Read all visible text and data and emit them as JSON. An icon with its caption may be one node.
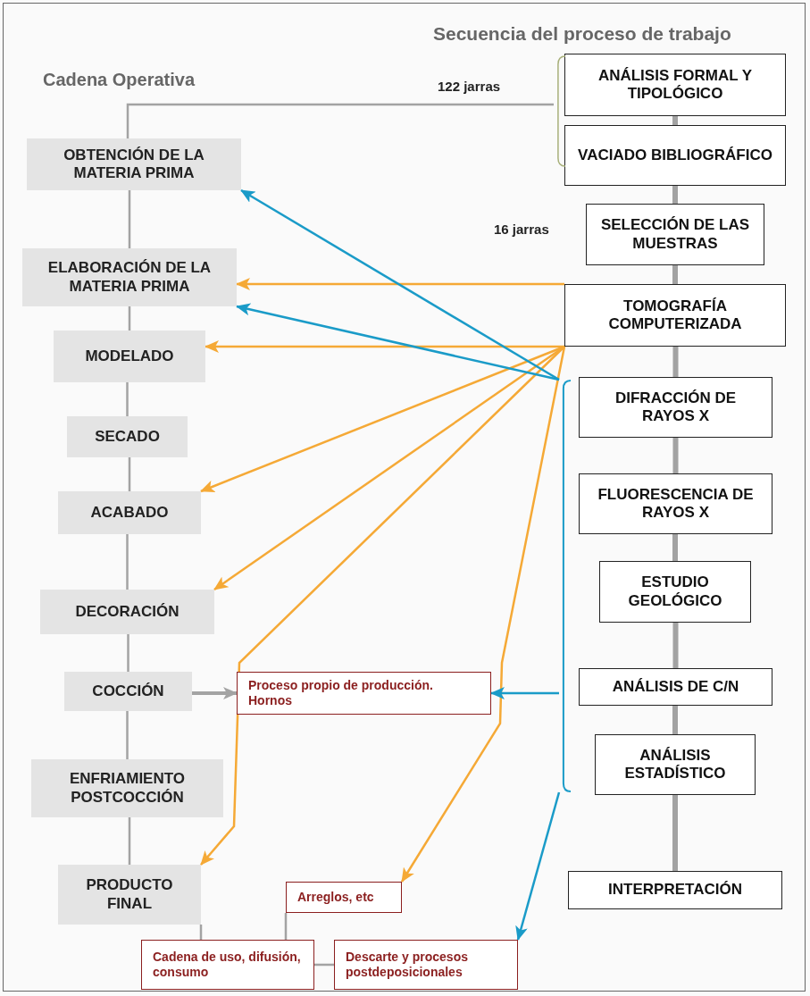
{
  "diagram": {
    "title": "Secuencia del proceso de trabajo",
    "nodes": [
      {
        "text": [
          "OBTENCIÓN DE LA MATERIA PRIMA"
        ]
      },
      {
        "text": [
          "ELABORACIÓN DE LA MATERIA PRIMA"
        ]
      },
      {
        "text": [
          "MODELADO"
        ]
      },
      {
        "text": [
          "SECADO"
        ]
      },
      {
        "text": [
          "ACABADO"
        ]
      },
      {
        "text": [
          "DECORACIÓN"
        ]
      },
      {
        "text": [
          "COCCIÓN"
        ]
      },
      {
        "text": [
          "ENFRIAMIENTO POSTCOCCIÓN"
        ]
      },
      {
        "text": [
          "PRODUCTO FINAL"
        ]
      },
      {
        "text": [
          "Proceso propio de producción. Hornos"
        ]
      },
      {
        "text": [
          "Arreglos, etc"
        ]
      },
      {
        "text": [
          "Cadena de uso, difusión, consumo"
        ]
      },
      {
        "text": [
          "Descarte y procesos postdeposicionales"
        ]
      },
      {
        "text": [
          "ANÁLISIS FORMAL Y TIPOLÓGICO"
        ]
      },
      {
        "text": [
          "VACIADO BIBLIOGRÁFICO"
        ]
      },
      {
        "text": [
          "SELECCIÓN DE LAS MUESTRAS"
        ]
      },
      {
        "text": [
          "TOMOGRAFÍA COMPUTERIZADA"
        ]
      },
      {
        "text": [
          "DIFRACCIÓN DE RAYOS X"
        ]
      },
      {
        "text": [
          "FLUORESCENCIA DE RAYOS X"
        ]
      },
      {
        "text": [
          "ESTUDIO GEOLÓGICO"
        ]
      },
      {
        "text": [
          "ANÁLISIS DE C/N"
        ]
      },
      {
        "text": [
          "ANÁLISIS ESTADÍSTICO"
        ]
      },
      {
        "text": [
          "INTERPRETACIÓN"
        ]
      },
      {
        "text": [],
        "shape": "bracket"
      },
      {
        "text": [],
        "shape": "bracket"
      }
    ],
    "edges": [
      {
        "from": 23,
        "to": 0,
        "arrow": "none"
      },
      {
        "from": 0,
        "to": 1,
        "arrow": "none"
      },
      {
        "from": 1,
        "to": 2,
        "arrow": "none"
      },
      {
        "from": 2,
        "to": 3,
        "arrow": "none"
      },
      {
        "from": 3,
        "to": 4,
        "arrow": "none"
      },
      {
        "from": 4,
        "to": 5,
        "arrow": "none"
      },
      {
        "from": 5,
        "to": 6,
        "arrow": "none"
      },
      {
        "from": 6,
        "to": 7,
        "arrow": "none"
      },
      {
        "from": 7,
        "to": 8,
        "arrow": "none"
      },
      {
        "from": 8,
        "to": 11,
        "arrow": "none"
      },
      {
        "from": 10,
        "to": 11,
        "arrow": "none"
      },
      {
        "from": 11,
        "to": 12,
        "arrow": "none"
      },
      {
        "from": 6,
        "to": 9,
        "arrow": "to"
      },
      {
        "from": 13,
        "to": 14,
        "arrow": "none",
        "style": "thick"
      },
      {
        "from": 14,
        "to": 15,
        "arrow": "none",
        "style": "thick"
      },
      {
        "from": 15,
        "to": 16,
        "arrow": "none",
        "style": "thick"
      },
      {
        "from": 16,
        "to": 17,
        "arrow": "none",
        "style": "thick"
      },
      {
        "from": 17,
        "to": 18,
        "arrow": "none",
        "style": "thick"
      },
      {
        "from": 18,
        "to": 19,
        "arrow": "none",
        "style": "thick"
      },
      {
        "from": 19,
        "to": 20,
        "arrow": "none",
        "style": "thick"
      },
      {
        "from": 20,
        "to": 21,
        "arrow": "none",
        "style": "thick"
      },
      {
        "from": 21,
        "to": 22,
        "arrow": "none",
        "style": "thick"
      },
      {
        "from": 16,
        "to": 1,
        "arrow": "to",
        "color": "#f5a936"
      },
      {
        "from": 16,
        "to": 2,
        "arrow": "to",
        "color": "#f5a936"
      },
      {
        "from": 16,
        "to": 4,
        "arrow": "to",
        "color": "#f5a936"
      },
      {
        "from": 16,
        "to": 5,
        "arrow": "to",
        "color": "#f5a936"
      },
      {
        "from": 16,
        "to": 8,
        "arrow": "to",
        "color": "#f5a936"
      },
      {
        "from": 16,
        "to": 10,
        "arrow": "to",
        "color": "#f5a936"
      },
      {
        "from": 24,
        "to": 0,
        "arrow": "to",
        "color": "#1a9bc8"
      },
      {
        "from": 24,
        "to": 1,
        "arrow": "to",
        "color": "#1a9bc8"
      },
      {
        "from": 24,
        "to": 9,
        "arrow": "to",
        "color": "#1a9bc8"
      },
      {
        "from": 24,
        "to": 12,
        "arrow": "to",
        "color": "#1a9bc8"
      }
    ],
    "labels": [
      "Cadena Operativa",
      "122 jarras",
      "16 jarras"
    ]
  }
}
